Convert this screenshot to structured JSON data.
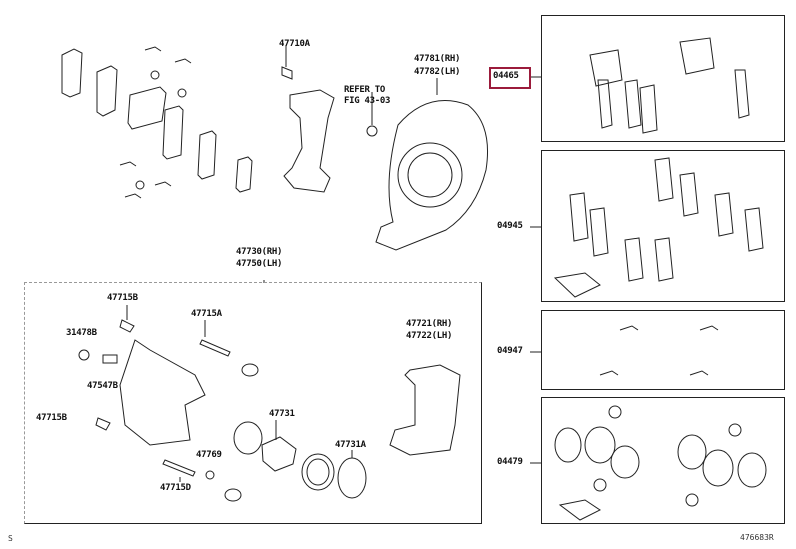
{
  "highlight_color": "#9b1b3b",
  "labels": {
    "p47710A": "47710A",
    "p47781": "47781(RH)",
    "p47782": "47782(LH)",
    "refer1": "REFER TO",
    "refer2": "FIG 43-03",
    "p04465": "04465",
    "p04945": "04945",
    "p04947": "04947",
    "p04479": "04479",
    "p47730": "47730(RH)",
    "p47750": "47750(LH)",
    "p47715B_top": "47715B",
    "p47715A": "47715A",
    "p31478B": "31478B",
    "p47547B": "47547B",
    "p47715B_bottom": "47715B",
    "p47731": "47731",
    "p47731A": "47731A",
    "p47769": "47769",
    "p47715D": "47715D",
    "p47721": "47721(RH)",
    "p47722": "47722(LH)"
  },
  "footer": {
    "left": "S",
    "right": "476683R"
  }
}
